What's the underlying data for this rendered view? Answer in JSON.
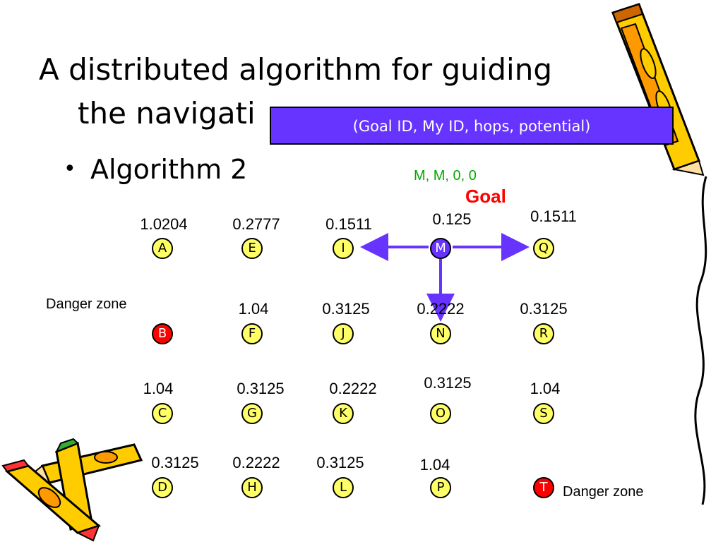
{
  "title": {
    "line1": "A distributed algorithm for guiding",
    "line2": "the navigati"
  },
  "bullet": "Algorithm 2",
  "legend": "(Goal ID, My ID, hops, potential)",
  "goal_tag": "M, M, 0, 0",
  "goal_label": "Goal",
  "danger_label_1": "Danger zone",
  "danger_label_2": "Danger zone",
  "nodes": [
    {
      "id": "A",
      "value": "1.0204",
      "type": "normal"
    },
    {
      "id": "E",
      "value": "0.2777",
      "type": "normal"
    },
    {
      "id": "I",
      "value": "0.1511",
      "type": "normal"
    },
    {
      "id": "M",
      "value": "0.125",
      "type": "goal"
    },
    {
      "id": "Q",
      "value": "0.1511",
      "type": "normal"
    },
    {
      "id": "B",
      "value": "",
      "type": "danger"
    },
    {
      "id": "F",
      "value": "1.04",
      "type": "normal"
    },
    {
      "id": "J",
      "value": "0.3125",
      "type": "normal"
    },
    {
      "id": "N",
      "value": "0.2222",
      "type": "normal"
    },
    {
      "id": "R",
      "value": "0.3125",
      "type": "normal"
    },
    {
      "id": "C",
      "value": "1.04",
      "type": "normal"
    },
    {
      "id": "G",
      "value": "0.3125",
      "type": "normal"
    },
    {
      "id": "K",
      "value": "0.2222",
      "type": "normal"
    },
    {
      "id": "O",
      "value": "0.3125",
      "type": "normal"
    },
    {
      "id": "S",
      "value": "1.04",
      "type": "normal"
    },
    {
      "id": "D",
      "value": "0.3125",
      "type": "normal"
    },
    {
      "id": "H",
      "value": "0.2222",
      "type": "normal"
    },
    {
      "id": "L",
      "value": "0.3125",
      "type": "normal"
    },
    {
      "id": "P",
      "value": "1.04",
      "type": "normal"
    },
    {
      "id": "T",
      "value": "",
      "type": "danger"
    }
  ],
  "colors": {
    "node_fill": "#ffff66",
    "danger_fill": "#ff0000",
    "goal_fill": "#6633ff",
    "arrow": "#6633ff",
    "goal_tag": "#00aa00",
    "goal_label": "#ff0000"
  },
  "decorations": [
    "pencil-icon-top-right",
    "pencils-icon-bottom-left",
    "wavy-line-right"
  ]
}
